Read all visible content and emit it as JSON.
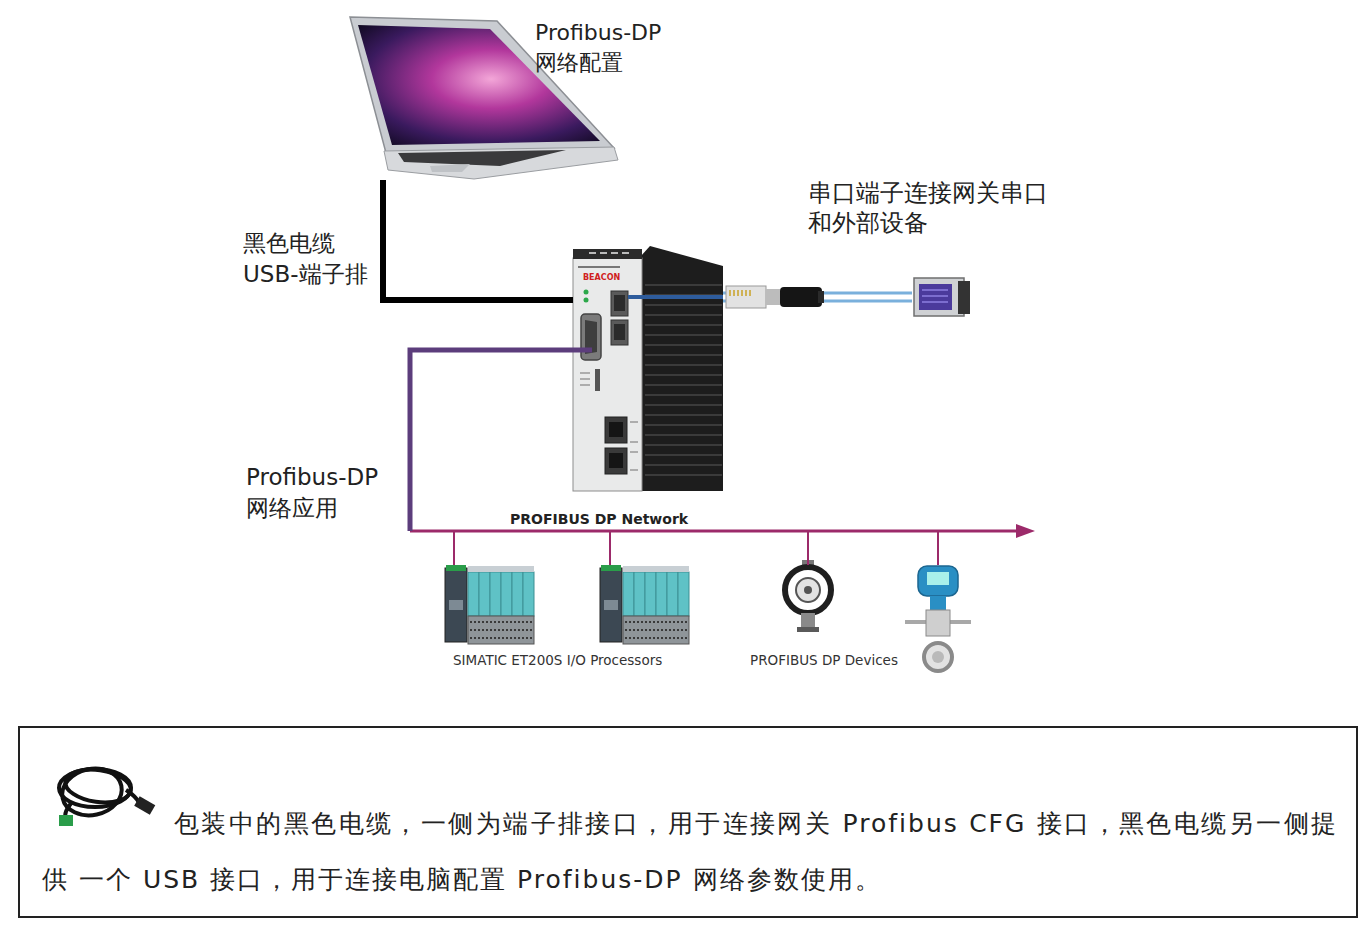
{
  "diagram": {
    "nodes": [
      {
        "text": [
          "Profibus-DP 网络配置"
        ]
      },
      {
        "text": [
          "BEACON"
        ]
      },
      {
        "text": [
          "串口端子连接网关串口 和外部设备"
        ]
      },
      {
        "text": [
          "PROFIBUS DP Network"
        ]
      },
      {
        "text": [
          "SIMATIC ET200S I/O Processors"
        ]
      },
      {
        "text": [
          "PROFIBUS DP Devices"
        ]
      },
      {
        "text": [
          "包装中的黑色电缆，一侧为端子排接口，用于连接网关 Profibus CFG 接口，黑色电缆另一侧提供 一个 USB 接口，用于连接电脑配置 Profibus-DP 网络参数使用。"
        ]
      }
    ],
    "edges": [
      {
        "from": 0,
        "to": 1,
        "arrow": "none",
        "label": "黑色电缆 USB-端子排"
      },
      {
        "from": 1,
        "to": 2,
        "arrow": "none"
      },
      {
        "from": 1,
        "to": 3,
        "arrow": "none",
        "label": "Profibus-DP 网络应用"
      },
      {
        "from": 3,
        "to": 4,
        "arrow": "none"
      },
      {
        "from": 3,
        "to": 5,
        "arrow": "none"
      }
    ]
  }
}
